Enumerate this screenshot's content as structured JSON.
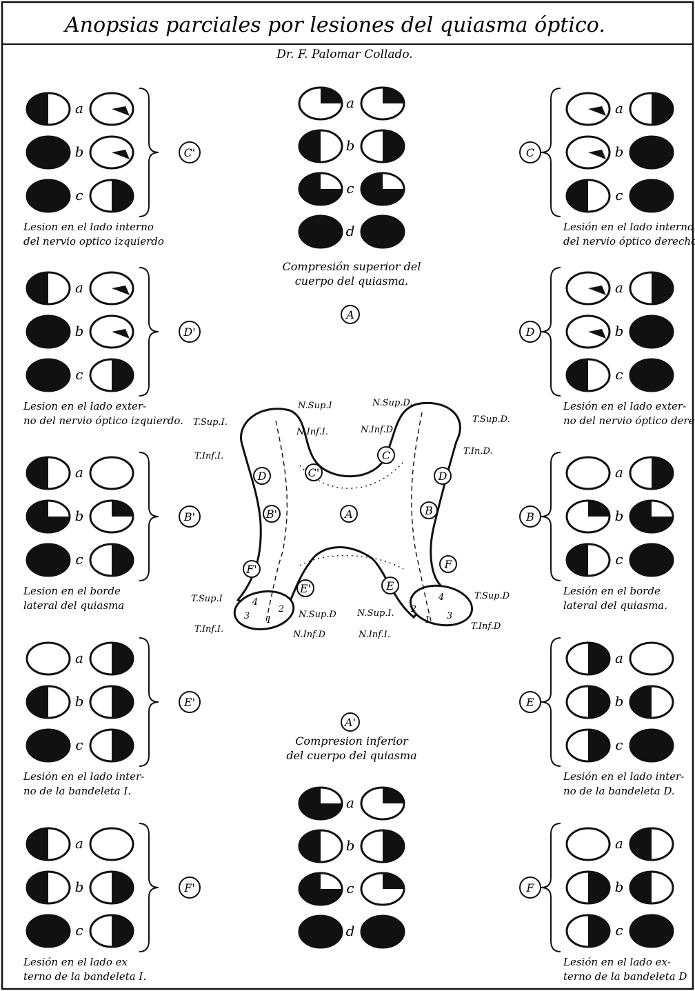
{
  "title": "Anopsias parciales por lesiones del quiasma óptico.",
  "author": "Dr. F. Palomar Collado.",
  "left_groups": [
    {
      "id": "C'",
      "caption": [
        "Lesion en el lado interno",
        "del nervio optico izquierdo"
      ],
      "rows": [
        {
          "letter": "a",
          "left": "half-right-white",
          "right": "outline-notch"
        },
        {
          "letter": "b",
          "left": "black",
          "right": "outline-notch"
        },
        {
          "letter": "c",
          "left": "black",
          "right": "half-left-white"
        }
      ]
    },
    {
      "id": "D'",
      "caption": [
        "Lesion en el lado exter-",
        "no del nervio óptico izquierdo."
      ],
      "rows": [
        {
          "letter": "a",
          "left": "half-right-white",
          "right": "outline-notch"
        },
        {
          "letter": "b",
          "left": "black",
          "right": "outline-notch"
        },
        {
          "letter": "c",
          "left": "black",
          "right": "half-left-white"
        }
      ]
    },
    {
      "id": "B'",
      "caption": [
        "Lesion en el borde",
        "lateral del quiasma"
      ],
      "rows": [
        {
          "letter": "a",
          "left": "half-right-white",
          "right": "outline"
        },
        {
          "letter": "b",
          "left": "quarter-white",
          "right": "quarter-black"
        },
        {
          "letter": "c",
          "left": "black",
          "right": "half-left-white"
        }
      ]
    },
    {
      "id": "E'",
      "caption": [
        "Lesión en el lado inter-",
        "no de la bandeleta I."
      ],
      "rows": [
        {
          "letter": "a",
          "left": "outline",
          "right": "half-left-white"
        },
        {
          "letter": "b",
          "left": "half-right-white",
          "right": "half-left-white"
        },
        {
          "letter": "c",
          "left": "black",
          "right": "half-left-white"
        }
      ]
    },
    {
      "id": "F'",
      "caption": [
        "Lesión en el lado ex",
        "terno de la bandeleta I."
      ],
      "rows": [
        {
          "letter": "a",
          "left": "half-right-white",
          "right": "outline"
        },
        {
          "letter": "b",
          "left": "half-right-white",
          "right": "half-left-white"
        },
        {
          "letter": "c",
          "left": "black",
          "right": "half-left-white"
        }
      ]
    }
  ],
  "right_groups": [
    {
      "id": "C",
      "caption": [
        "Lesión en el lado interno",
        "del nervio óptico derecho."
      ],
      "rows": [
        {
          "letter": "a",
          "left": "outline-notch",
          "right": "half-left-white"
        },
        {
          "letter": "b",
          "left": "outline-notch",
          "right": "black"
        },
        {
          "letter": "c",
          "left": "half-right-white",
          "right": "black"
        }
      ]
    },
    {
      "id": "D",
      "caption": [
        "Lesión en el lado exter-",
        "no del nervio óptico derecho."
      ],
      "rows": [
        {
          "letter": "a",
          "left": "outline-notch",
          "right": "half-left-white"
        },
        {
          "letter": "b",
          "left": "outline-notch",
          "right": "black"
        },
        {
          "letter": "c",
          "left": "half-right-white",
          "right": "black"
        }
      ]
    },
    {
      "id": "B",
      "caption": [
        "Lesión en el borde",
        "lateral del quiasma."
      ],
      "rows": [
        {
          "letter": "a",
          "left": "outline",
          "right": "half-left-white"
        },
        {
          "letter": "b",
          "left": "quarter-black",
          "right": "quarter-white"
        },
        {
          "letter": "c",
          "left": "half-right-white",
          "right": "black"
        }
      ]
    },
    {
      "id": "E",
      "caption": [
        "Lesión en el lado inter-",
        "no de la bandeleta D."
      ],
      "rows": [
        {
          "letter": "a",
          "left": "half-left-white",
          "right": "outline"
        },
        {
          "letter": "b",
          "left": "half-left-white",
          "right": "half-right-white"
        },
        {
          "letter": "c",
          "left": "half-left-white",
          "right": "black"
        }
      ]
    },
    {
      "id": "F",
      "caption": [
        "Lesión en el lado ex-",
        "terno de la bandeleta D"
      ],
      "rows": [
        {
          "letter": "a",
          "left": "outline",
          "right": "half-right-white"
        },
        {
          "letter": "b",
          "left": "half-left-white",
          "right": "half-right-white"
        },
        {
          "letter": "c",
          "left": "half-left-white",
          "right": "black"
        }
      ]
    }
  ],
  "center_top": {
    "id": "A",
    "caption": [
      "Compresión superior del",
      "cuerpo del quiasma."
    ],
    "rows": [
      {
        "letter": "a",
        "left": "quarter-black",
        "right": "quarter-black"
      },
      {
        "letter": "b",
        "left": "half-right-white",
        "right": "half-left-white"
      },
      {
        "letter": "c",
        "left": "quarter-white",
        "right": "quarter-white"
      },
      {
        "letter": "d",
        "left": "black",
        "right": "black"
      }
    ]
  },
  "center_bottom": {
    "id": "A'",
    "caption": [
      "Compresion inferior",
      "del cuerpo del quiasma"
    ],
    "rows": [
      {
        "letter": "a",
        "left": "quarter-white",
        "right": "quarter-black"
      },
      {
        "letter": "b",
        "left": "half-right-white",
        "right": "half-left-white"
      },
      {
        "letter": "c",
        "left": "quarter-white",
        "right": "quarter-black"
      },
      {
        "letter": "d",
        "left": "black",
        "right": "black"
      }
    ]
  },
  "chiasm": {
    "center_label": "A",
    "circle_labels": [
      "C'",
      "C",
      "D",
      "D",
      "B'",
      "B",
      "F'",
      "F",
      "E'",
      "E"
    ],
    "text_labels": [
      "N.Sup.I",
      "N.Sup.D.",
      "N.Inf.I.",
      "N.Inf.D",
      "T.Sup.I.",
      "T.Sup.D.",
      "T.Inf.I.",
      "T.In.D.",
      "T.Sup.I",
      "T.Sup.D",
      "T.Inf.I.",
      "T.Inf.D",
      "N.Sup.D",
      "N.Sup.I.",
      "N.Inf.D",
      "N.Inf.I."
    ],
    "quadrant_numbers": [
      "1",
      "2",
      "3",
      "4"
    ]
  }
}
